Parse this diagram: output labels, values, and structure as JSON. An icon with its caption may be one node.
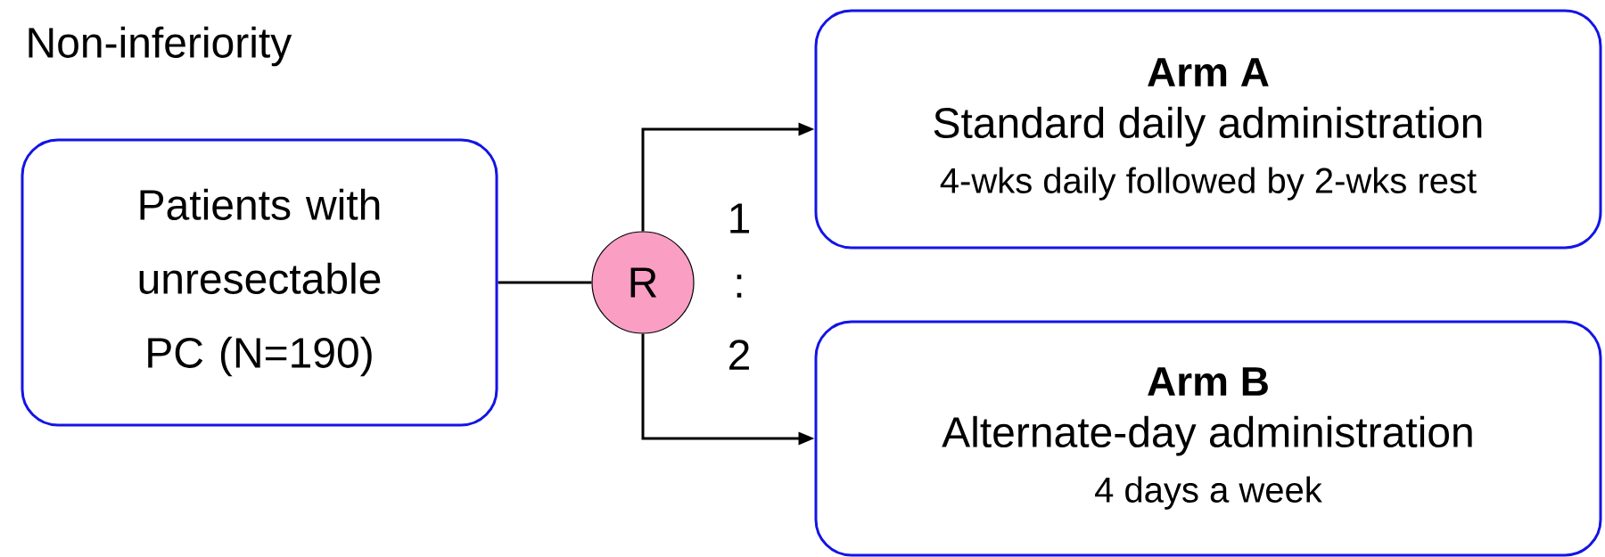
{
  "diagram": {
    "title": "Non-inferiority",
    "nodes": [
      {
        "text": [
          "Patients with unresectable PC (N=190)"
        ]
      },
      {
        "text": [
          "R"
        ]
      },
      {
        "text": [
          "Arm A",
          "Standard daily administration",
          "4-wks daily followed by 2-wks rest"
        ]
      },
      {
        "text": [
          "Arm B",
          "Alternate-day administration",
          "4 days a week"
        ]
      }
    ],
    "edges": [
      {
        "from": 0,
        "to": 1,
        "arrow": "none"
      },
      {
        "from": 1,
        "to": 2,
        "arrow": "to"
      },
      {
        "from": 1,
        "to": 3,
        "arrow": "to"
      }
    ],
    "labels": [
      "1",
      ":",
      "2"
    ]
  }
}
